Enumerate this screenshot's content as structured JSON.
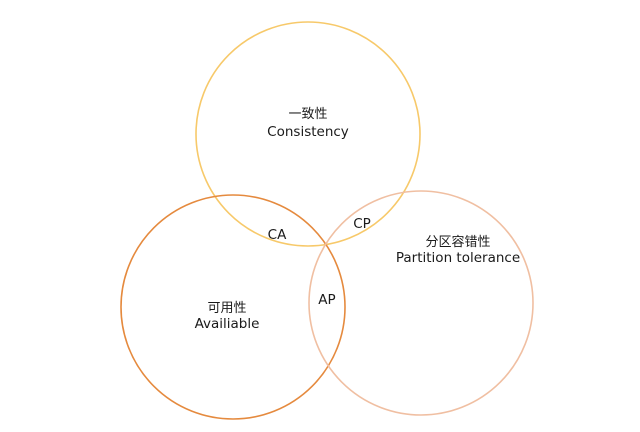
{
  "colors": {
    "consistency": "#f7c96a",
    "availability": "#e58a3e",
    "partition_tolerance": "#f0bfa2",
    "text": "#1a1a1a",
    "background": "#ffffff"
  },
  "sets": {
    "consistency": {
      "name_cn": "一致性",
      "name_en": "Consistency"
    },
    "availability": {
      "name_cn": "可用性",
      "name_en": "Availiable"
    },
    "partition_tolerance": {
      "name_cn": "分区容错性",
      "name_en": "Partition tolerance"
    }
  },
  "intersections": {
    "ca": "CA",
    "cp": "CP",
    "ap": "AP"
  }
}
